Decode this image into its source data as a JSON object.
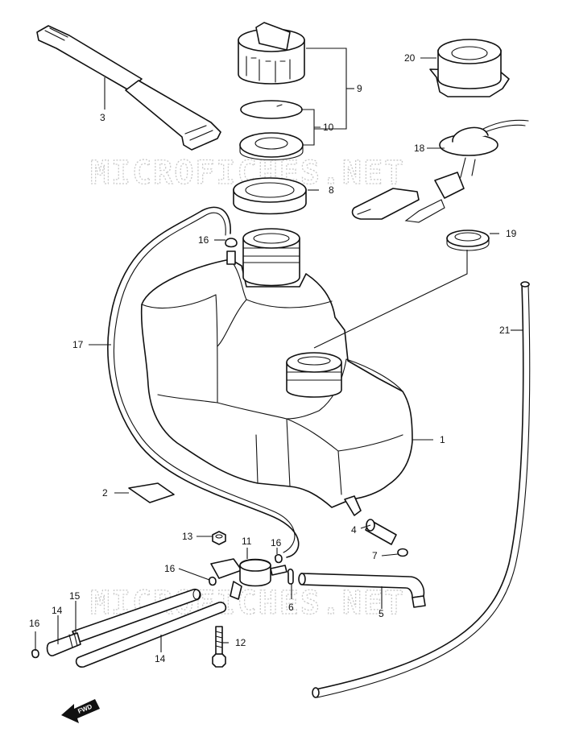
{
  "watermark": "MICROFICHES.NET",
  "fwd_label": "FWD",
  "callouts": [
    {
      "id": "1",
      "label": "1"
    },
    {
      "id": "2",
      "label": "2"
    },
    {
      "id": "3",
      "label": "3"
    },
    {
      "id": "4",
      "label": "4"
    },
    {
      "id": "5",
      "label": "5"
    },
    {
      "id": "6",
      "label": "6"
    },
    {
      "id": "7",
      "label": "7"
    },
    {
      "id": "8",
      "label": "8"
    },
    {
      "id": "9",
      "label": "9"
    },
    {
      "id": "10",
      "label": "10"
    },
    {
      "id": "11",
      "label": "11"
    },
    {
      "id": "12",
      "label": "12"
    },
    {
      "id": "13",
      "label": "13"
    },
    {
      "id": "14a",
      "label": "14"
    },
    {
      "id": "14b",
      "label": "14"
    },
    {
      "id": "15",
      "label": "15"
    },
    {
      "id": "16a",
      "label": "16"
    },
    {
      "id": "16b",
      "label": "16"
    },
    {
      "id": "16c",
      "label": "16"
    },
    {
      "id": "16d",
      "label": "16"
    },
    {
      "id": "17",
      "label": "17"
    },
    {
      "id": "18",
      "label": "18"
    },
    {
      "id": "19",
      "label": "19"
    },
    {
      "id": "20",
      "label": "20"
    },
    {
      "id": "21",
      "label": "21"
    }
  ]
}
